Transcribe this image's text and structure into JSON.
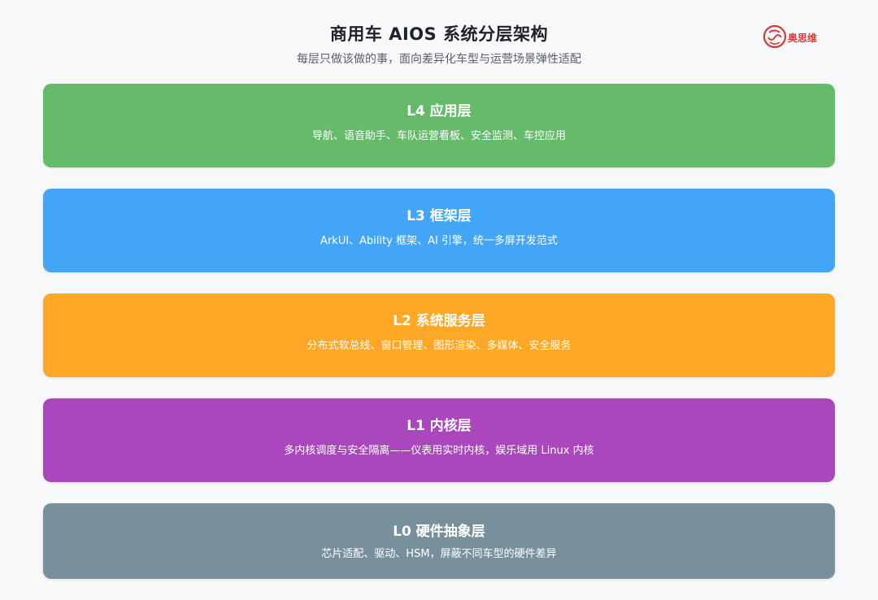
{
  "header": {
    "title": "商用车 AIOS 系统分层架构",
    "subtitle": "每层只做该做的事，面向差异化车型与运营场景弹性适配"
  },
  "logo": {
    "text": "奥思维",
    "brand_color": "#d63a3a"
  },
  "layers": [
    {
      "name": "L4 应用层",
      "description": "导航、语音助手、车队运营看板、安全监测、车控应用",
      "color": "#66bb6a"
    },
    {
      "name": "L3 框架层",
      "description": "ArkUI、Ability 框架、AI 引擎，统一多屏开发范式",
      "color": "#42a5f5"
    },
    {
      "name": "L2 系统服务层",
      "description": "分布式软总线、窗口管理、图形渲染、多媒体、安全服务",
      "color": "#ffa726"
    },
    {
      "name": "L1 内核层",
      "description": "多内核调度与安全隔离——仪表用实时内核，娱乐域用 Linux 内核",
      "color": "#ab47bc"
    },
    {
      "name": "L0 硬件抽象层",
      "description": "芯片适配、驱动、HSM，屏蔽不同车型的硬件差异",
      "color": "#78909c"
    }
  ]
}
